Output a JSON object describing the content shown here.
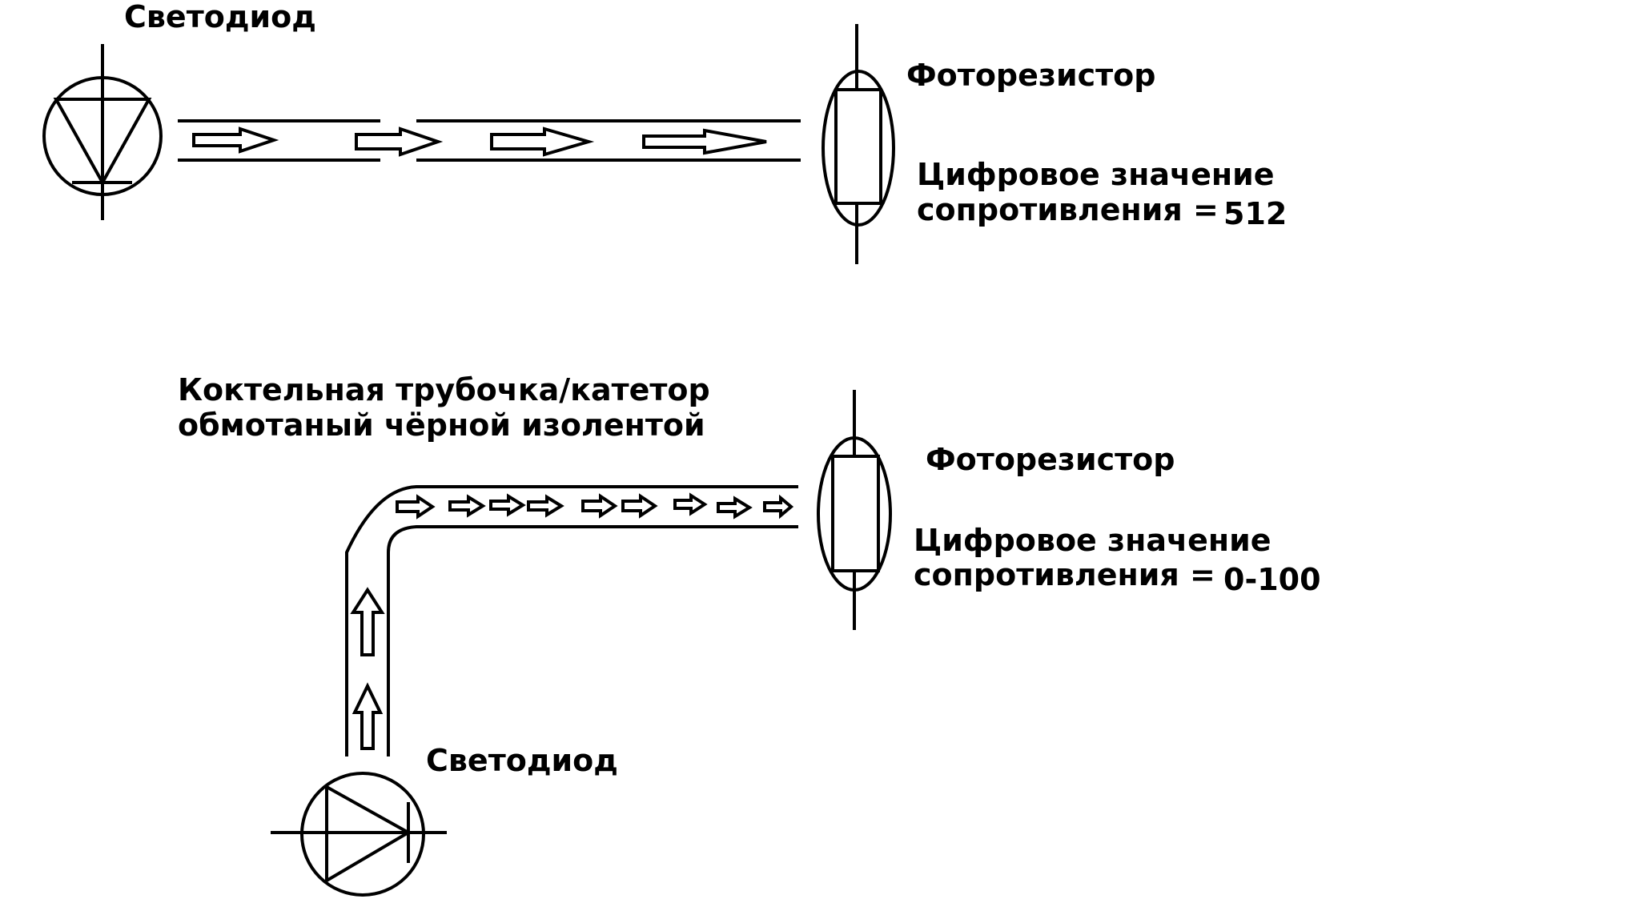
{
  "top": {
    "led_label": "Светодиод",
    "photoresistor_label": "Фоторезистор",
    "value_line1": "Цифровое значение",
    "value_line2": "сопротивления =",
    "value": "512"
  },
  "bottom": {
    "tube_line1": "Коктельная трубочка/катетор",
    "tube_line2": "обмотаный чёрной изолентой",
    "photoresistor_label": "Фоторезистор",
    "value_line1": "Цифровое значение",
    "value_line2": "сопротивления =",
    "value": "0-100",
    "led_label": "Светодиод"
  },
  "colors": {
    "line": "#000000",
    "background": "#ffffff"
  }
}
